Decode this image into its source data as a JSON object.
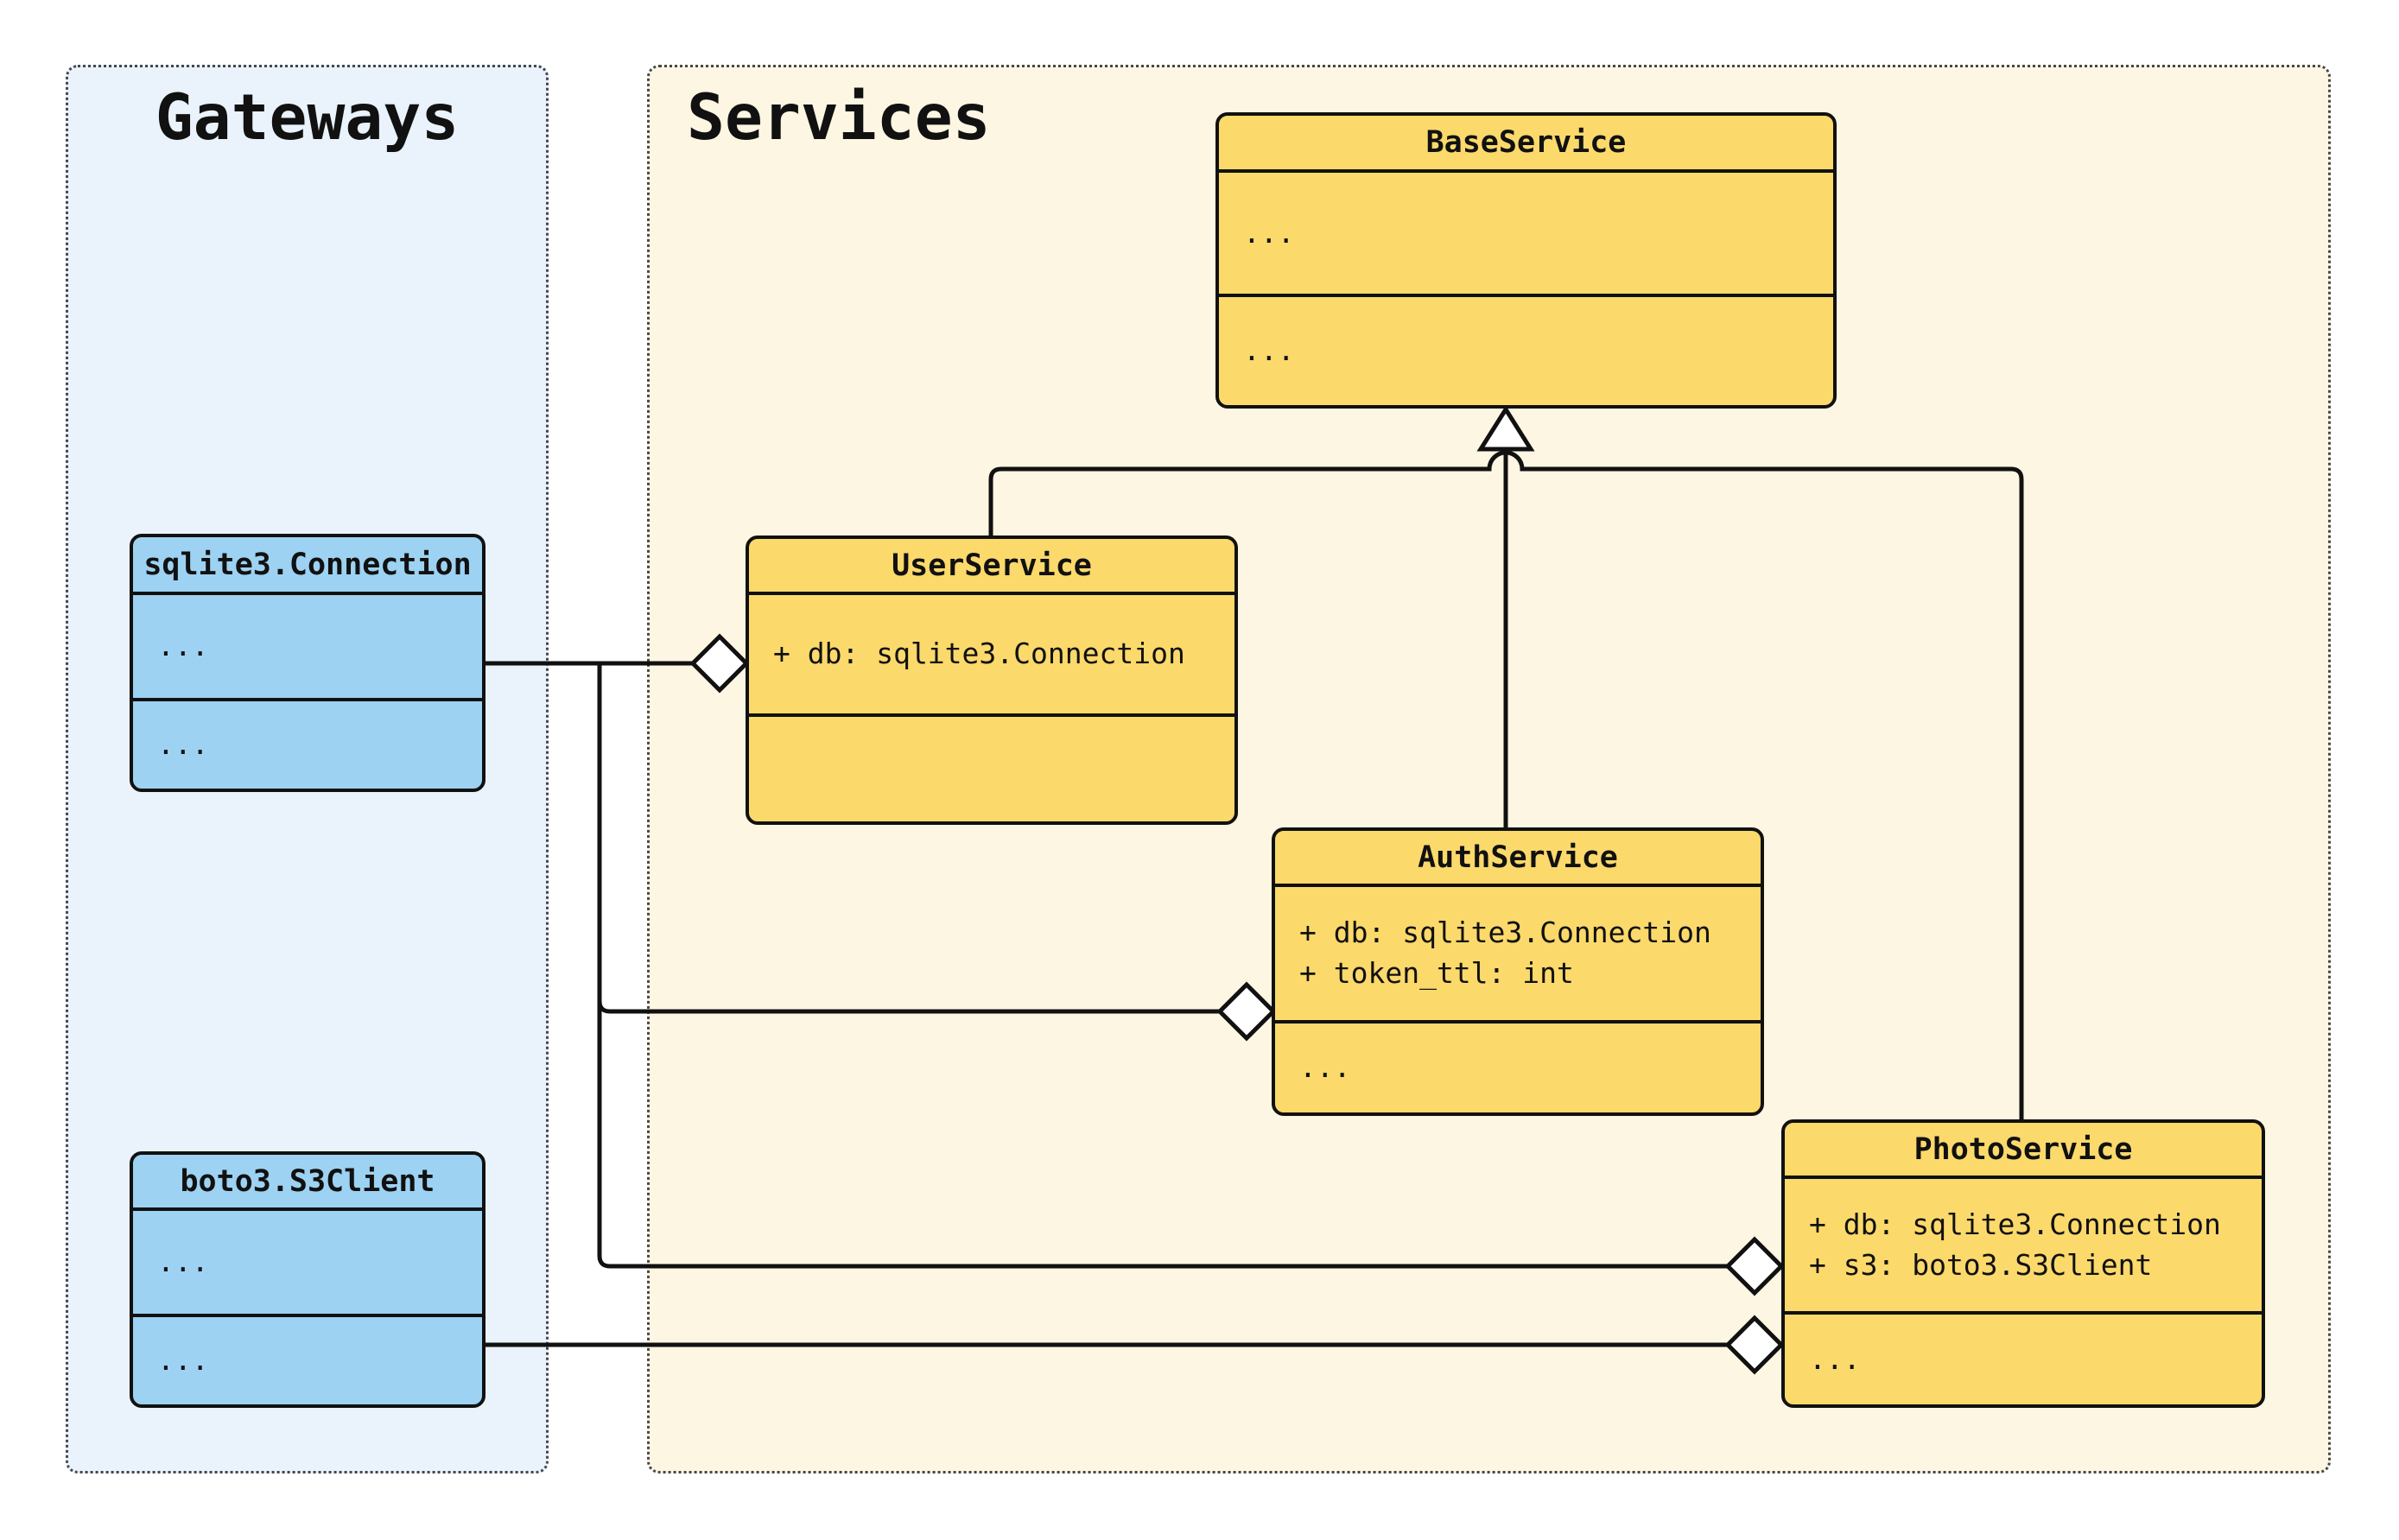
{
  "groups": {
    "gateways": {
      "title": "Gateways"
    },
    "services": {
      "title": "Services"
    }
  },
  "classes": {
    "sqlite": {
      "name": "sqlite3.Connection",
      "attributes": [
        "..."
      ],
      "methods": [
        "..."
      ]
    },
    "boto3": {
      "name": "boto3.S3Client",
      "attributes": [
        "..."
      ],
      "methods": [
        "..."
      ]
    },
    "base": {
      "name": "BaseService",
      "attributes": [
        "..."
      ],
      "methods": [
        "..."
      ]
    },
    "user": {
      "name": "UserService",
      "attributes": [
        "+ db: sqlite3.Connection"
      ],
      "methods": []
    },
    "auth": {
      "name": "AuthService",
      "attributes": [
        "+ db: sqlite3.Connection",
        "+ token_ttl: int"
      ],
      "methods": [
        "..."
      ]
    },
    "photo": {
      "name": "PhotoService",
      "attributes": [
        "+ db: sqlite3.Connection",
        "+ s3: boto3.S3Client"
      ],
      "methods": [
        "..."
      ]
    }
  },
  "relationships": [
    {
      "type": "inheritance",
      "child": "UserService",
      "parent": "BaseService"
    },
    {
      "type": "inheritance",
      "child": "AuthService",
      "parent": "BaseService"
    },
    {
      "type": "inheritance",
      "child": "PhotoService",
      "parent": "BaseService"
    },
    {
      "type": "aggregation",
      "owner": "UserService",
      "part": "sqlite3.Connection"
    },
    {
      "type": "aggregation",
      "owner": "AuthService",
      "part": "sqlite3.Connection"
    },
    {
      "type": "aggregation",
      "owner": "PhotoService",
      "part": "sqlite3.Connection"
    },
    {
      "type": "aggregation",
      "owner": "PhotoService",
      "part": "boto3.S3Client"
    }
  ],
  "colors": {
    "services_class_fill": "#FBD96B",
    "gateways_class_fill": "#9DD2F2",
    "services_panel_bg": "#FDF6E2",
    "gateways_panel_bg": "#EAF2FB",
    "line": "#111111",
    "marker_fill": "#ffffff"
  }
}
